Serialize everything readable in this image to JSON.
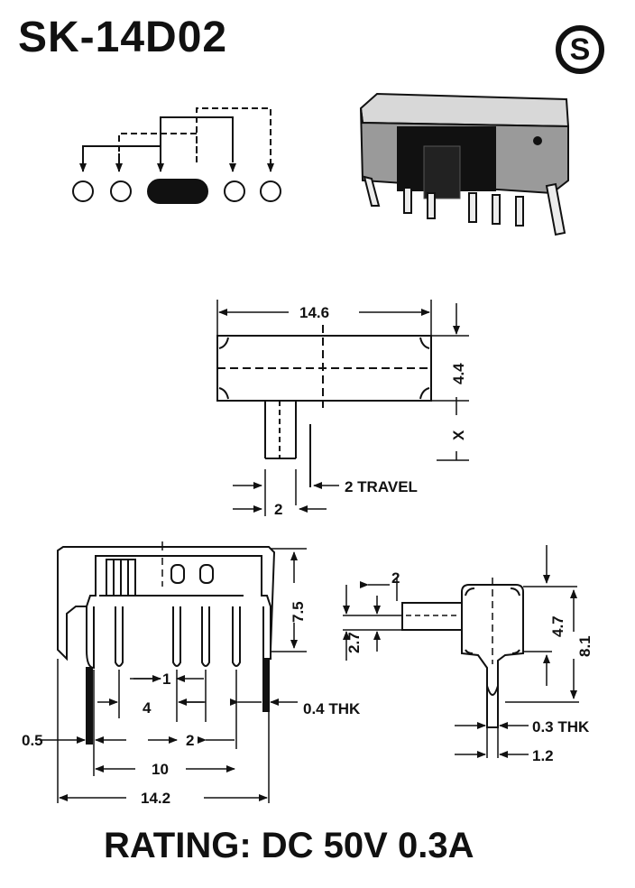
{
  "title": "SK-14D02",
  "logo_letter": "S",
  "rating": "RATING: DC 50V 0.3A",
  "dims": {
    "length": "14.6",
    "height": "4.4",
    "x": "X",
    "travel": "2 TRAVEL",
    "knob_width": "2",
    "front_height": "7.5",
    "pitch_small": "1",
    "pitch_4": "4",
    "pitch_2": "2",
    "thk_04": "0.4 THK",
    "offset_05": "0.5",
    "span_10": "10",
    "span_142": "14.2",
    "side_2": "2",
    "side_27": "2.7",
    "side_47": "4.7",
    "side_81": "8.1",
    "thk_03": "0.3 THK",
    "side_12": "1.2"
  }
}
